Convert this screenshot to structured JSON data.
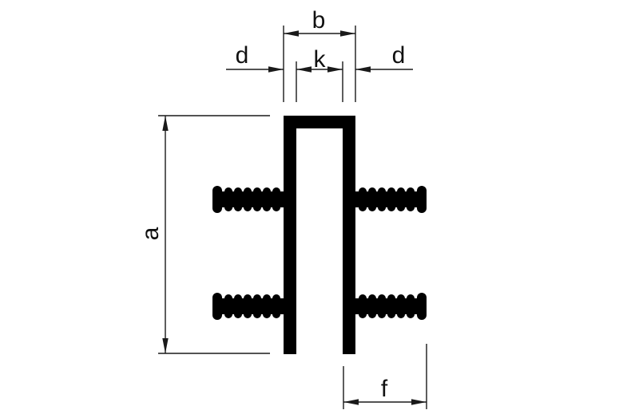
{
  "diagram": {
    "labels": {
      "width_top": "b",
      "inner_gap": "k",
      "wall_left": "d",
      "wall_right": "d",
      "height": "a",
      "foot_width": "f"
    },
    "colors": {
      "background": "#ffffff",
      "ink": "#000000"
    }
  }
}
